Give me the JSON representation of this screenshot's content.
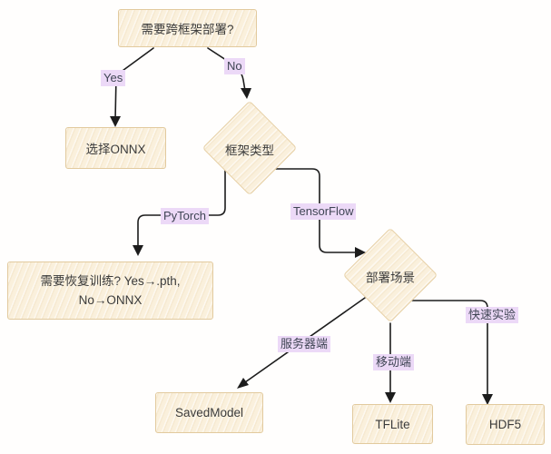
{
  "diagram": {
    "type": "flowchart",
    "nodes": {
      "question": {
        "label": "需要跨框架部署?"
      },
      "choose_onnx": {
        "label": "选择ONNX"
      },
      "framework_type": {
        "label": "框架类型"
      },
      "resume_training": {
        "line1": "需要恢复训练? Yes→.pth,",
        "line2": "No→ONNX"
      },
      "deploy_scenario": {
        "label": "部署场景"
      },
      "savedmodel": {
        "label": "SavedModel"
      },
      "tflite": {
        "label": "TFLite"
      },
      "hdf5": {
        "label": "HDF5"
      }
    },
    "edges": [
      {
        "from": "question",
        "to": "choose_onnx",
        "label": "Yes"
      },
      {
        "from": "question",
        "to": "framework_type",
        "label": "No"
      },
      {
        "from": "framework_type",
        "to": "resume_training",
        "label": "PyTorch"
      },
      {
        "from": "framework_type",
        "to": "deploy_scenario",
        "label": "TensorFlow"
      },
      {
        "from": "deploy_scenario",
        "to": "savedmodel",
        "label": "服务器端"
      },
      {
        "from": "deploy_scenario",
        "to": "tflite",
        "label": "移动端"
      },
      {
        "from": "deploy_scenario",
        "to": "hdf5",
        "label": "快速实验"
      }
    ],
    "colors": {
      "node_fill": "#faf0dc",
      "node_border": "#e2ca9e",
      "edge_label_bg": "#ecd9f7",
      "edge_label_text": "#3f4554",
      "node_text": "#3b3b3b",
      "connector": "#1c1c1c",
      "background": "#fffefd"
    }
  }
}
